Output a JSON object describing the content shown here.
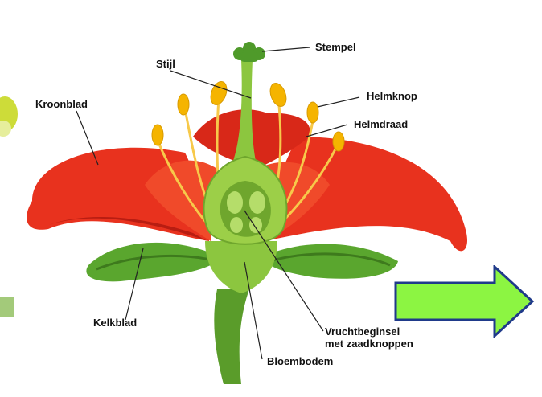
{
  "labels": {
    "stempel": "Stempel",
    "stijl": "Stijl",
    "helmknop": "Helmknop",
    "kroonblad": "Kroonblad",
    "helmdraad": "Helmdraad",
    "kelkblad": "Kelkblad",
    "vruchtbeginsel": "Vruchtbeginsel\nmet zaadknoppen",
    "bloembodem": "Bloembodem"
  },
  "colors": {
    "petal": "#e8321e",
    "petal_dark": "#b81d12",
    "sepal": "#4f9a2a",
    "sepal_light": "#7cc24a",
    "pistil": "#8cc63f",
    "anther": "#f5b400",
    "filament": "#f7c94a",
    "arrow_fill": "#8cf542",
    "arrow_stroke": "#1f3a8a"
  },
  "icons": {
    "next_arrow": "right-arrow-icon"
  }
}
